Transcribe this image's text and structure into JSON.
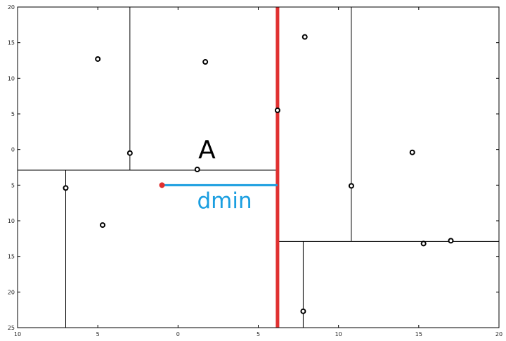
{
  "chart_data": {
    "type": "scatter",
    "title": "",
    "xlabel": "",
    "ylabel": "",
    "xlim": [
      -10,
      20
    ],
    "ylim": [
      -25,
      20
    ],
    "x_ticks": [
      -10,
      -5,
      0,
      5,
      10,
      15,
      20
    ],
    "y_ticks": [
      20,
      15,
      10,
      5,
      0,
      -5,
      -10,
      -15,
      -20,
      -25
    ],
    "x_tick_labels": [
      "\u001510",
      "\u00155",
      "0",
      "5",
      "10",
      "15",
      "20"
    ],
    "y_tick_labels": [
      "20",
      "15",
      "10",
      "5",
      "0",
      "\u00155",
      "\u001510",
      "\u001515",
      "\u001520",
      "\u001525"
    ],
    "points": [
      {
        "x": -5.0,
        "y": 12.7
      },
      {
        "x": 1.7,
        "y": 12.3
      },
      {
        "x": 7.9,
        "y": 15.8
      },
      {
        "x": -3.0,
        "y": -0.5
      },
      {
        "x": 1.2,
        "y": -2.8
      },
      {
        "x": -7.0,
        "y": -5.4
      },
      {
        "x": -4.7,
        "y": -10.6
      },
      {
        "x": 6.2,
        "y": 5.5
      },
      {
        "x": 10.8,
        "y": -5.1
      },
      {
        "x": 14.6,
        "y": -0.4
      },
      {
        "x": 15.3,
        "y": -13.2
      },
      {
        "x": 17.0,
        "y": -12.8
      },
      {
        "x": 7.8,
        "y": -22.7
      }
    ],
    "split_lines": [
      {
        "orientation": "vertical",
        "x": 6.2,
        "y": [
          -25,
          20
        ],
        "emphasis": true
      },
      {
        "orientation": "vertical",
        "x": -3.0,
        "y": [
          -2.9,
          20
        ],
        "emphasis": false
      },
      {
        "orientation": "horizontal",
        "y": -2.9,
        "x": [
          -10,
          6.2
        ],
        "emphasis": false
      },
      {
        "orientation": "vertical",
        "x": -7.0,
        "y": [
          -25,
          -2.9
        ],
        "emphasis": false
      },
      {
        "orientation": "vertical",
        "x": 10.8,
        "y": [
          -12.9,
          20
        ],
        "emphasis": false
      },
      {
        "orientation": "horizontal",
        "y": -12.9,
        "x": [
          6.2,
          20
        ],
        "emphasis": false
      },
      {
        "orientation": "vertical",
        "x": 7.8,
        "y": [
          -25,
          -12.9
        ],
        "emphasis": false
      }
    ],
    "query_point": {
      "x": -1.0,
      "y": -5.0
    },
    "dmin_segment": {
      "x": [
        -1.0,
        6.2
      ],
      "y": -5.0
    },
    "annotations": [
      {
        "text": "A",
        "x": 1.8,
        "y": -1.2,
        "role": "label-a"
      },
      {
        "text": "dmin",
        "x": 2.9,
        "y": -8.2,
        "role": "label-dmin"
      }
    ],
    "colors": {
      "split_emphasis": "#e03030",
      "dmin": "#1a9ee0",
      "query_point": "#e03030",
      "points": "#000000",
      "lines": "#000000"
    }
  }
}
